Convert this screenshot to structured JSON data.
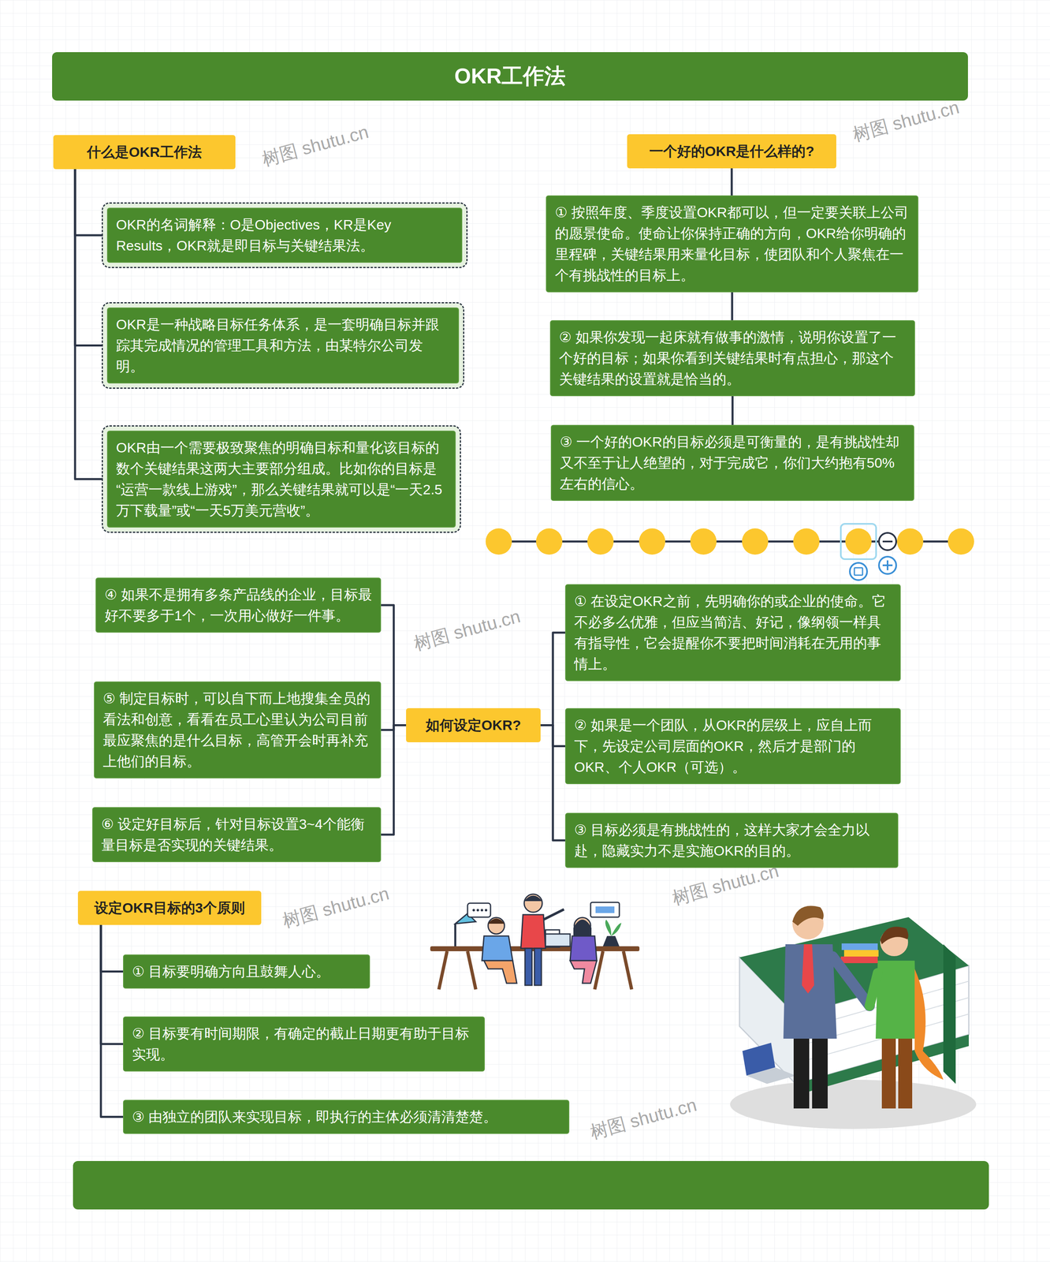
{
  "diagram": {
    "title": "OKR工作法",
    "nodes": [
      {
        "text": [
          "什么是OKR工作法"
        ]
      },
      {
        "text": [
          "OKR的名词解释：O是Objectives，KR是Key Results，OKR就是即目标与关键结果法。"
        ]
      },
      {
        "text": [
          "OKR是一种战略目标任务体系，是一套明确目标并跟踪其完成情况的管理工具和方法，由某特尔公司发明。"
        ]
      },
      {
        "text": [
          "OKR由一个需要极致聚焦的明确目标和量化该目标的数个关键结果这两大主要部分组成。比如你的目标是“运营一款线上游戏”，那么关键结果就可以是“一天2.5万下载量”或“一天5万美元营收”。"
        ]
      },
      {
        "text": [
          "一个好的OKR是什么样的?"
        ]
      },
      {
        "text": [
          "① 按照年度、季度设置OKR都可以，但一定要关联上公司的愿景使命。使命让你保持正确的方向，OKR给你明确的里程碑，关键结果用来量化目标，使团队和个人聚焦在一个有挑战性的目标上。"
        ]
      },
      {
        "text": [
          "② 如果你发现一起床就有做事的激情，说明你设置了一个好的目标；如果你看到关键结果时有点担心，那这个关键结果的设置就是恰当的。"
        ]
      },
      {
        "text": [
          "③ 一个好的OKR的目标必须是可衡量的，是有挑战性却又不至于让人绝望的，对于完成它，你们大约抱有50%左右的信心。"
        ]
      },
      {
        "text": [
          "如何设定OKR?"
        ]
      },
      {
        "text": [
          "① 在设定OKR之前，先明确你的或企业的使命。它不必多么优雅，但应当简洁、好记，像纲领一样具有指导性，它会提醒你不要把时间消耗在无用的事情上。"
        ]
      },
      {
        "text": [
          "② 如果是一个团队，从OKR的层级上，应自上而下，先设定公司层面的OKR，然后才是部门的OKR、个人OKR（可选）。"
        ]
      },
      {
        "text": [
          "③ 目标必须是有挑战性的，这样大家才会全力以赴，隐藏实力不是实施OKR的目的。"
        ]
      },
      {
        "text": [
          "④ 如果不是拥有多条产品线的企业，目标最好不要多于1个，一次用心做好一件事。"
        ]
      },
      {
        "text": [
          "⑤ 制定目标时，可以自下而上地搜集全员的看法和创意，看看在员工心里认为公司目前最应聚焦的是什么目标，高管开会时再补充上他们的目标。"
        ]
      },
      {
        "text": [
          "⑥ 设定好目标后，针对目标设置3~4个能衡量目标是否实现的关键结果。"
        ]
      },
      {
        "text": [
          "设定OKR目标的3个原则"
        ]
      },
      {
        "text": [
          "① 目标要明确方向且鼓舞人心。"
        ]
      },
      {
        "text": [
          "② 目标要有时间期限，有确定的截止日期更有助于目标实现。"
        ]
      },
      {
        "text": [
          "③ 由独立的团队来实现目标，即执行的主体必须清清楚楚。"
        ]
      }
    ],
    "edges": [
      {
        "from": 0,
        "to": 1,
        "arrow": "none"
      },
      {
        "from": 0,
        "to": 2,
        "arrow": "none"
      },
      {
        "from": 0,
        "to": 3,
        "arrow": "none"
      },
      {
        "from": 4,
        "to": 5,
        "arrow": "none"
      },
      {
        "from": 5,
        "to": 6,
        "arrow": "none"
      },
      {
        "from": 6,
        "to": 7,
        "arrow": "none"
      },
      {
        "from": 8,
        "to": 9,
        "arrow": "none"
      },
      {
        "from": 8,
        "to": 10,
        "arrow": "none"
      },
      {
        "from": 8,
        "to": 11,
        "arrow": "none"
      },
      {
        "from": 8,
        "to": 12,
        "arrow": "none"
      },
      {
        "from": 8,
        "to": 13,
        "arrow": "none"
      },
      {
        "from": 8,
        "to": 14,
        "arrow": "none"
      },
      {
        "from": 15,
        "to": 16,
        "arrow": "none"
      },
      {
        "from": 15,
        "to": 17,
        "arrow": "none"
      },
      {
        "from": 15,
        "to": 18,
        "arrow": "none"
      }
    ],
    "labels": [
      "树图 shutu.cn",
      "树图 shutu.cn",
      "树图 shutu.cn",
      "树图 shutu.cn",
      "树图 shutu.cn",
      "树图 shutu.cn"
    ]
  }
}
